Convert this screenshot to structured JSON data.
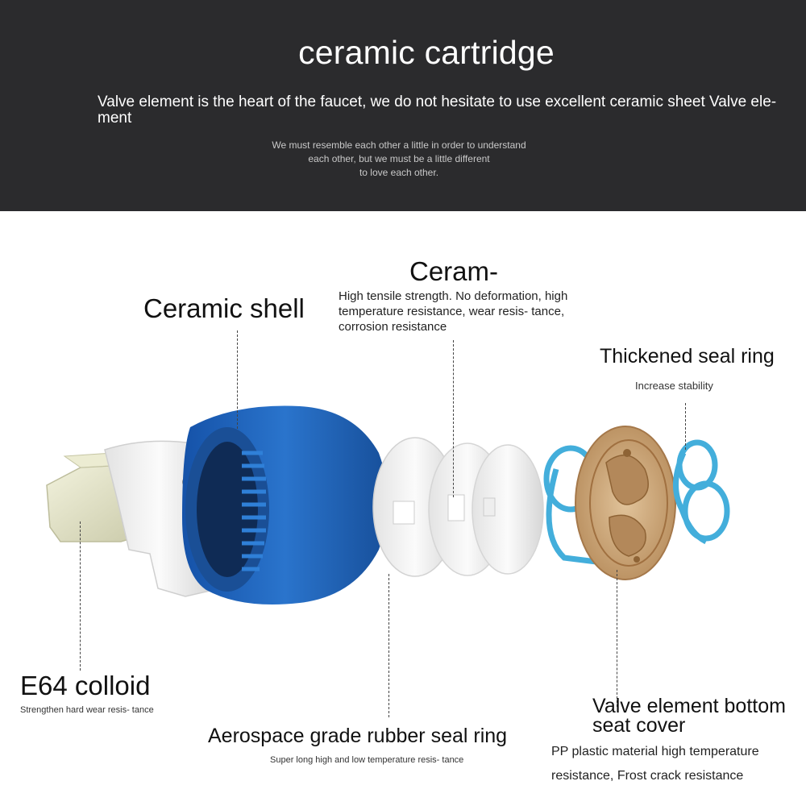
{
  "header": {
    "title": "ceramic cartridge",
    "subtitle": "Valve element is the heart of the faucet, we do not hesitate to use excellent ceramic sheet Valve ele- ment",
    "motto": "We must resemble each other a little in order to understand\neach other, but we must be a little different\nto love each other."
  },
  "labels": {
    "ceramic_shell": {
      "title": "Ceramic shell"
    },
    "ceram": {
      "title": "Ceram-",
      "description": "High tensile strength. No deformation, high temperature resistance, wear resis- tance, corrosion resistance"
    },
    "seal_ring": {
      "title": "Thickened seal ring",
      "description": "Increase stability"
    },
    "colloid": {
      "title": "E64 colloid",
      "description": "Strengthen hard wear resis- tance"
    },
    "rubber_ring": {
      "title": "Aerospace grade rubber seal ring",
      "description": "Super long high and low temperature resis- tance"
    },
    "bottom_cover": {
      "title": "Valve element bottom seat cover",
      "description": "PP plastic material high temperature resistance, Frost crack resistance"
    }
  },
  "colors": {
    "header_bg": "#2b2b2d",
    "shell_blue": "#1e63b8",
    "seal_blue": "#4ab4d6",
    "cover_tan": "#c9a57a",
    "ceramic_white": "#f1f1f1"
  }
}
